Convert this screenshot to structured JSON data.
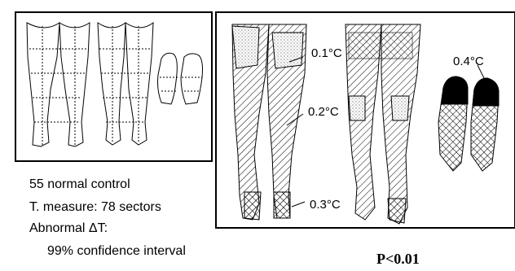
{
  "left_panel": {
    "notes": [
      "55 normal control",
      "T. measure: 78 sectors",
      "Abnormal ΔT:",
      "99% confidence interval"
    ]
  },
  "right_panel": {
    "labels": [
      {
        "id": "thigh",
        "text": "0.1°C"
      },
      {
        "id": "knee",
        "text": "0.2°C"
      },
      {
        "id": "ankle",
        "text": "0.3°C"
      },
      {
        "id": "toes",
        "text": "0.4°C"
      }
    ]
  },
  "p_value": "P<0.01",
  "colors": {
    "line": "#000000",
    "background": "#ffffff"
  }
}
